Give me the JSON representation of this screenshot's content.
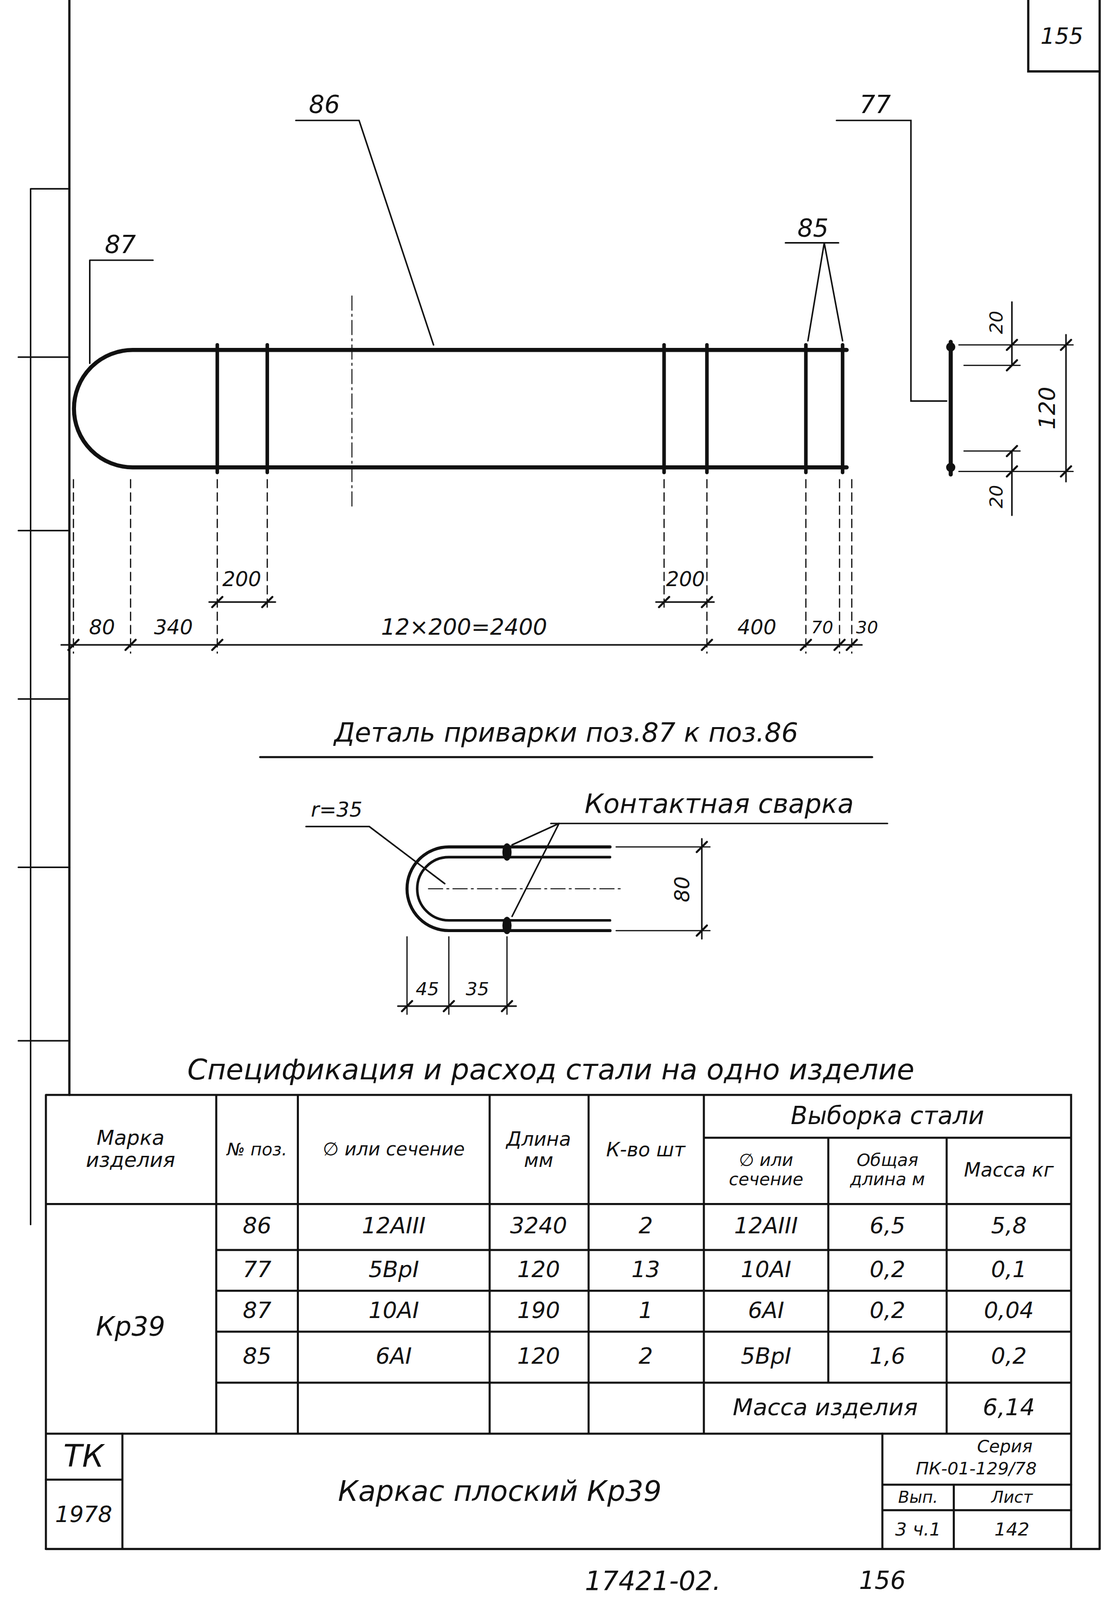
{
  "diagram": {
    "title": "Каркас плоский Кр39",
    "labels": [
      "155",
      "86",
      "77",
      "87",
      "85",
      "20",
      "120",
      "20",
      "200",
      "200",
      "80",
      "340",
      "12×200=2400",
      "400",
      "70",
      "30",
      "Деталь приварки поз.87 к поз.86",
      "r=35",
      "Контактная сварка",
      "80",
      "45",
      "35",
      "Спецификация и расход стали на одно изделие",
      "Марка изделия",
      "№ поз.",
      "∅ или сечение",
      "Длина мм",
      "К-во шт",
      "Выборка стали",
      "∅ или сечение",
      "Общая длина м",
      "Масса кг",
      "Кр39",
      "86",
      "12АIII",
      "3240",
      "2",
      "12АIII",
      "6,5",
      "5,8",
      "77",
      "5ВрI",
      "120",
      "13",
      "10АI",
      "0,2",
      "0,1",
      "87",
      "10АI",
      "190",
      "1",
      "6АI",
      "0,2",
      "0,04",
      "85",
      "6АI",
      "120",
      "2",
      "5ВрI",
      "1,6",
      "0,2",
      "Масса изделия",
      "6,14",
      "ТК",
      "1978",
      "Серия",
      "ПК-01-129/78",
      "Вып.",
      "Лист",
      "3 ч.1",
      "142",
      "17421-02.",
      "156"
    ]
  }
}
